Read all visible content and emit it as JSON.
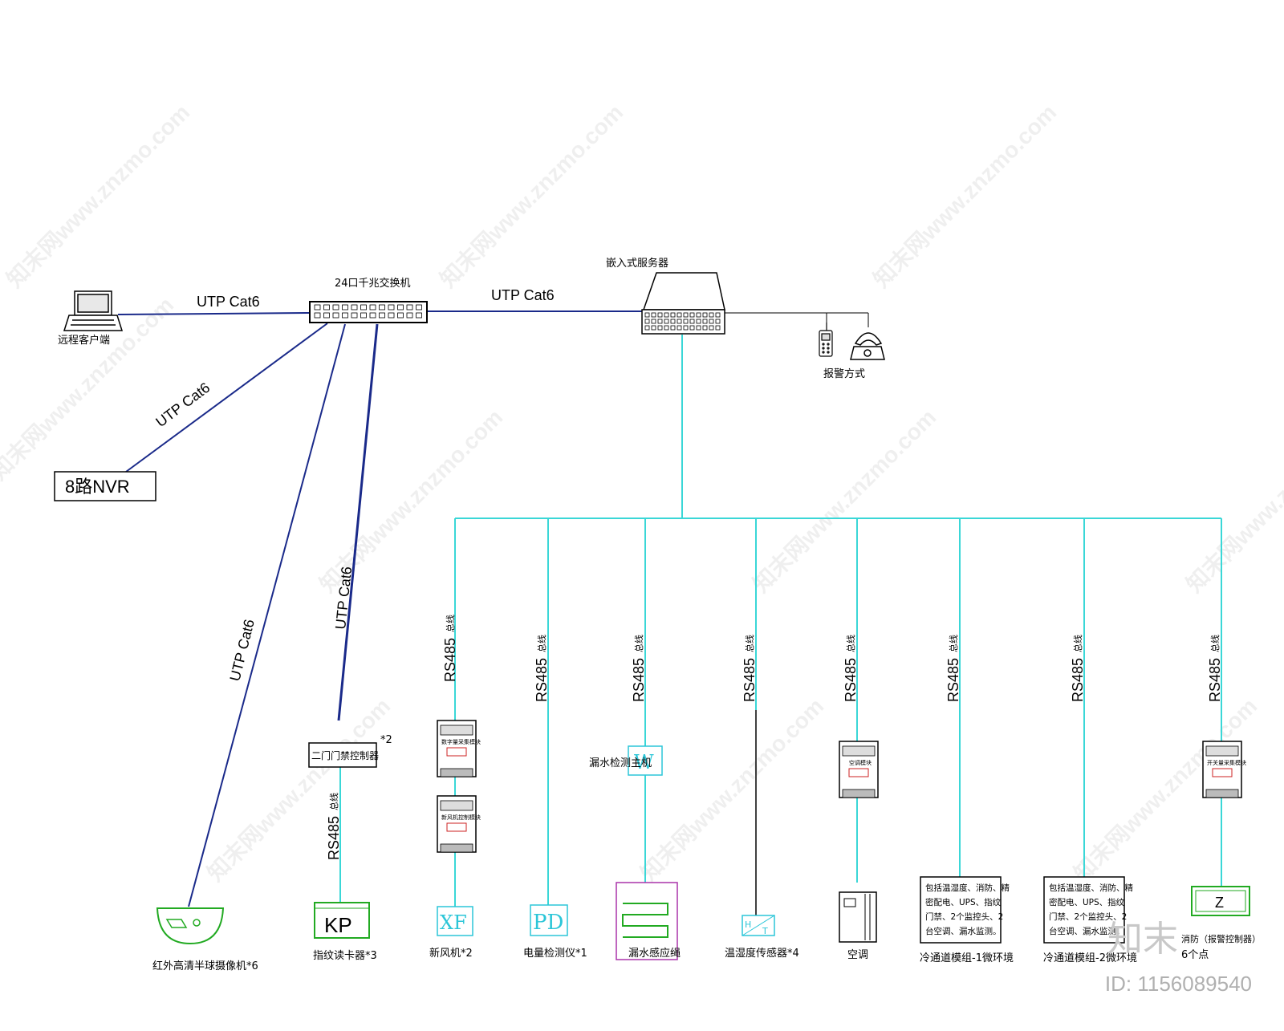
{
  "colors": {
    "network_line": "#1a2a8a",
    "bus_line": "#3ad7d7",
    "device_green": "#22aa22",
    "device_cyan": "#2cc6d8",
    "device_purple": "#aa33aa",
    "frame": "#000000"
  },
  "nodes": {
    "remote_client": "远程客户端",
    "switch": "24口千兆交换机",
    "server": "嵌入式服务器",
    "alarm": "报警方式",
    "nvr": "8路NVR",
    "camera": "红外高清半球摄像机*6",
    "door_controller": "二门门禁控制器",
    "door_count": "*2",
    "fingerprint_reader": "指纹读卡器*3",
    "fingerprint_icon": "KP",
    "fresh_air": "新风机*2",
    "fresh_air_icon": "XF",
    "power_meter": "电量检测仪*1",
    "power_meter_icon": "PD",
    "leak_host": "漏水检测主机",
    "leak_host_icon": "W",
    "leak_cable": "漏水感应绳",
    "th_sensor": "温湿度传感器*4",
    "ac": "空调",
    "cold_aisle_1": "冷通道模组-1微环境",
    "cold_aisle_2": "冷通道模组-2微环境",
    "fire_control": "消防（报警控制器）",
    "fire_points": "6个点",
    "fire_icon": "Z"
  },
  "module_labels": {
    "fresh_air_top": "数字量采集模块",
    "fresh_air_bottom": "新风机控制模块",
    "ac_module": "空调模块",
    "fire_module": "开关量采集模块"
  },
  "aisle_box_text": [
    "包括温湿度、消防、精",
    "密配电、UPS、指纹",
    "门禁、2个监控头、2",
    "台空调、漏水监测。"
  ],
  "links": {
    "utp": "UTP Cat6",
    "rs485": "RS485",
    "bus": "总线"
  },
  "watermark": "知末网www.znzmo.com",
  "brand": "知末",
  "footer_id": "ID: 1156089540"
}
